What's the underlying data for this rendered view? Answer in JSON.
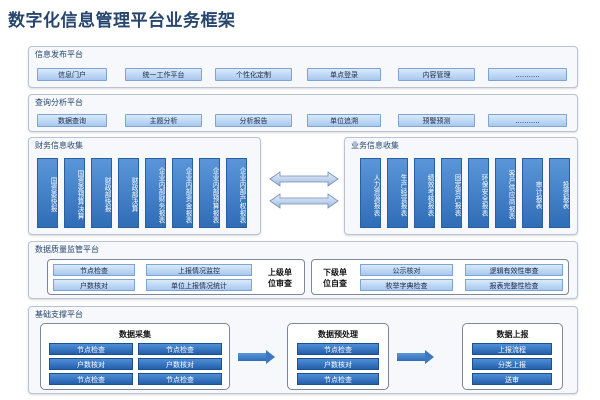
{
  "title": "数字化信息管理平台业务框架",
  "publish": {
    "label": "信息发布平台",
    "items": [
      "信息门户",
      "统一工作平台",
      "个性化定制",
      "单点登录",
      "内容管理",
      "..........."
    ]
  },
  "query": {
    "label": "查询分析平台",
    "items": [
      "数据查询",
      "主题分析",
      "分析报告",
      "单位追溯",
      "预警预测",
      "..........."
    ]
  },
  "finance": {
    "label": "财务信息收集",
    "items": [
      "国资委快报",
      "国资委预算决算",
      "财政部快报",
      "财政部决算",
      "企业内部财务报表",
      "企业内部资金报表",
      "企业内部预算报表",
      "企业内部产权报表"
    ]
  },
  "business": {
    "label": "业务信息收集",
    "items": [
      "人力资源报表",
      "生产经营报表",
      "绩效考核报表",
      "固定资产报表",
      "环保安全报表",
      "客户供应商报表",
      "审计报表",
      "投资报表"
    ]
  },
  "quality": {
    "label": "数据质量监管平台",
    "upper": {
      "items": [
        "节点检查",
        "上报情况监控",
        "户数核对",
        "单位上报情况统计"
      ],
      "label_line1": "上级单",
      "label_line2": "位审查"
    },
    "lower": {
      "label_line1": "下级单",
      "label_line2": "位自查",
      "items": [
        "公示核对",
        "逻辑有效性审查",
        "枚举字典检查",
        "报表完整性检查"
      ]
    }
  },
  "support": {
    "label": "基础支撑平台",
    "collect": {
      "title": "数据采集",
      "items": [
        "节点检查",
        "节点检查",
        "户数核对",
        "户数核对",
        "节点检查",
        "节点检查"
      ]
    },
    "preprocess": {
      "title": "数据预处理",
      "items": [
        "节点检查",
        "户数核对",
        "节点检查"
      ]
    },
    "report": {
      "title": "数据上报",
      "items": [
        "上报流程",
        "分类上报",
        "送审"
      ]
    }
  }
}
